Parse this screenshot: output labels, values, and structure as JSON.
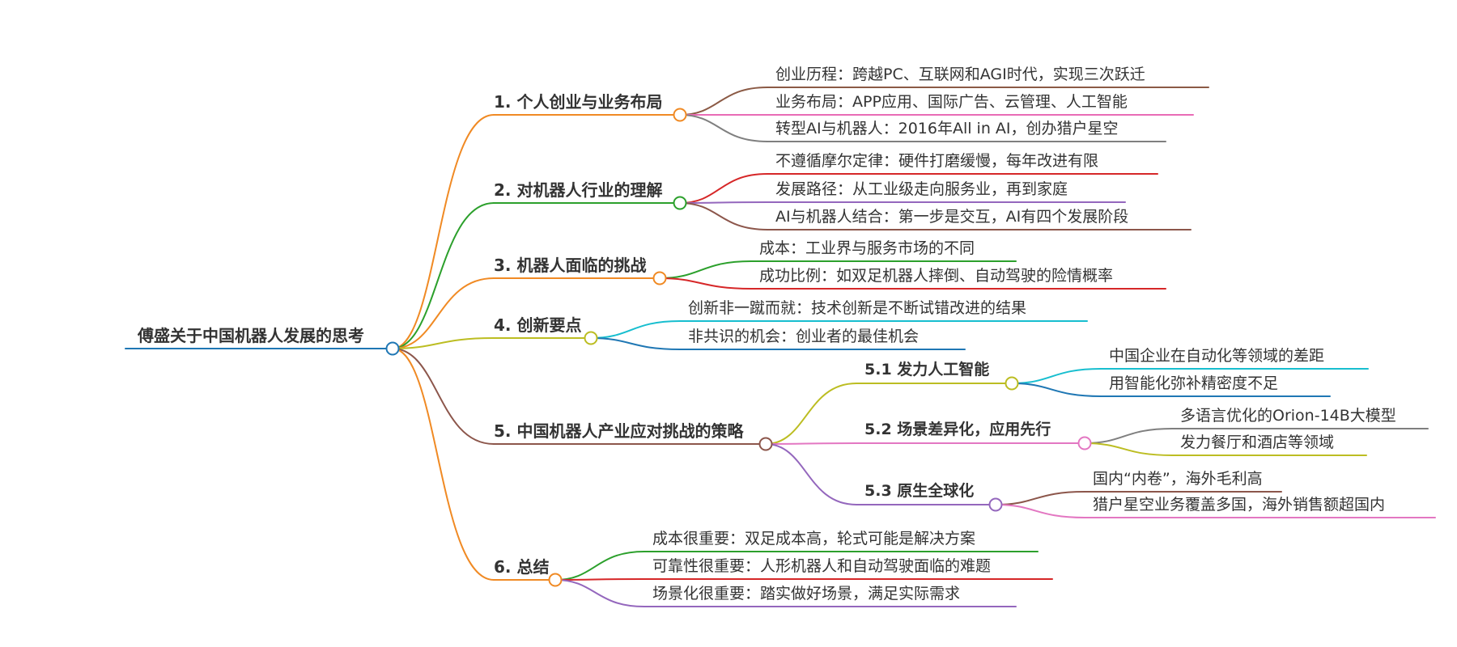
{
  "title": "傅盛关于中国机器人发展的思考",
  "branches": [
    {
      "label": "1. 个人创业与业务布局",
      "color": "#f08a24",
      "children": [
        {
          "label": "创业历程：跨越PC、互联网和AGI时代，实现三次跃迁",
          "color": "#8b5a45"
        },
        {
          "label": "业务布局：APP应用、国际广告、云管理、人工智能",
          "color": "#e96bb6"
        },
        {
          "label": "转型AI与机器人：2016年All in AI，创办猎户星空",
          "color": "#7f7f7f"
        }
      ]
    },
    {
      "label": "2. 对机器人行业的理解",
      "color": "#2ca02c",
      "children": [
        {
          "label": "不遵循摩尔定律：硬件打磨缓慢，每年改进有限",
          "color": "#d62728"
        },
        {
          "label": "发展路径：从工业级走向服务业，再到家庭",
          "color": "#9467bd"
        },
        {
          "label": "AI与机器人结合：第一步是交互，AI有四个发展阶段",
          "color": "#8c564b"
        }
      ]
    },
    {
      "label": "3. 机器人面临的挑战",
      "color": "#f08a24",
      "children": [
        {
          "label": "成本：工业界与服务市场的不同",
          "color": "#2ca02c"
        },
        {
          "label": "成功比例：如双足机器人摔倒、自动驾驶的险情概率",
          "color": "#d62728"
        }
      ]
    },
    {
      "label": "4. 创新要点",
      "color": "#bcbd22",
      "children": [
        {
          "label": "创新非一蹴而就：技术创新是不断试错改进的结果",
          "color": "#17becf"
        },
        {
          "label": "非共识的机会：创业者的最佳机会",
          "color": "#1f77b4"
        }
      ]
    },
    {
      "label": "5. 中国机器人产业应对挑战的策略",
      "color": "#8c564b",
      "children": [
        {
          "label": "5.1 发力人工智能",
          "color": "#bcbd22",
          "children": [
            {
              "label": "中国企业在自动化等领域的差距",
              "color": "#17becf"
            },
            {
              "label": "用智能化弥补精密度不足",
              "color": "#1f77b4"
            }
          ]
        },
        {
          "label": "5.2 场景差异化，应用先行",
          "color": "#e377c2",
          "children": [
            {
              "label": "多语言优化的Orion-14B大模型",
              "color": "#7f7f7f"
            },
            {
              "label": "发力餐厅和酒店等领域",
              "color": "#bcbd22"
            }
          ]
        },
        {
          "label": "5.3 原生全球化",
          "color": "#9467bd",
          "children": [
            {
              "label": "国内“内卷”，海外毛利高",
              "color": "#8c564b"
            },
            {
              "label": "猎户星空业务覆盖多国，海外销售额超国内",
              "color": "#e377c2"
            }
          ]
        }
      ]
    },
    {
      "label": "6. 总结",
      "color": "#f08a24",
      "children": [
        {
          "label": "成本很重要：双足成本高，轮式可能是解决方案",
          "color": "#2ca02c"
        },
        {
          "label": "可靠性很重要：人形机器人和自动驾驶面临的难题",
          "color": "#d62728"
        },
        {
          "label": "场景化很重要：踏实做好场景，满足实际需求",
          "color": "#9467bd"
        }
      ]
    }
  ]
}
